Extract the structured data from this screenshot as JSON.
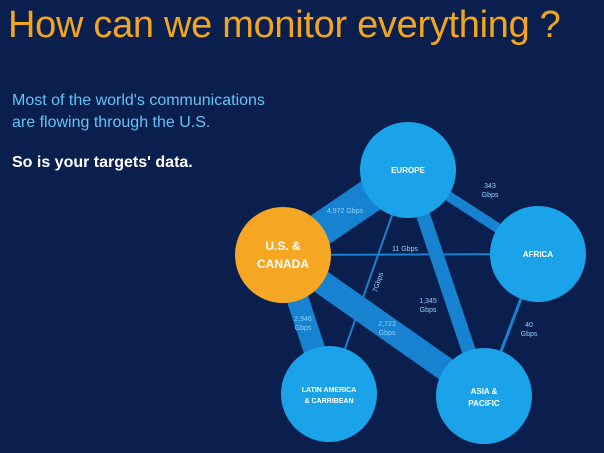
{
  "slide": {
    "title": "How can we monitor everything ?",
    "subtitle_lines": [
      "Most of the world's communications",
      "are flowing through the U.S."
    ],
    "tagline": "So is your targets' data."
  },
  "diagram": {
    "nodes": {
      "europe": {
        "lines": [
          "EUROPE"
        ]
      },
      "usa": {
        "lines": [
          "U.S. &",
          "CANADA"
        ]
      },
      "africa": {
        "lines": [
          "AFRICA"
        ]
      },
      "latam": {
        "lines": [
          "LATIN AMERICA",
          "& CARRIBEAN"
        ]
      },
      "asia": {
        "lines": [
          "ASIA &",
          "PACIFIC"
        ]
      }
    },
    "edges": {
      "usa_europe": [
        "4,972 Gbps"
      ],
      "europe_africa": [
        "343",
        "Gbps"
      ],
      "usa_africa": [
        "11 Gbps"
      ],
      "latam_europe": [
        "7Gbps"
      ],
      "europe_asia": [
        "1,345",
        "Gbps"
      ],
      "usa_latam": [
        "2,946",
        "Gbps"
      ],
      "usa_asia": [
        "2,723",
        "Gbps"
      ],
      "africa_asia": [
        "40",
        "Gbps"
      ]
    }
  },
  "colors": {
    "background": "#0b1f4e",
    "title": "#f2a61e",
    "subtitle": "#5fc6f5",
    "tagline": "#ffffff",
    "node_blue": "#1ba3ea",
    "node_orange": "#f5a623",
    "link": "#1682d0",
    "edge_label": "#8ed3fb",
    "node_label": "#ffffff"
  }
}
